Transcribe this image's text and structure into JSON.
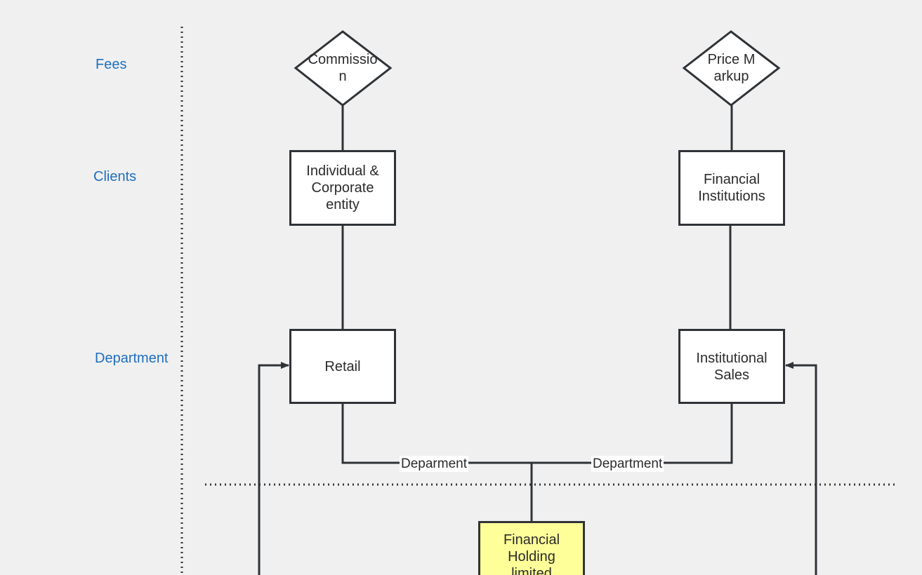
{
  "lanes": {
    "fees": "Fees",
    "clients": "Clients",
    "department": "Department"
  },
  "nodes": {
    "commission": "Commission",
    "price_markup": "Price Markup",
    "individual_corporate": "Individual & Corporate entity",
    "financial_institutions": "Financial Institutions",
    "retail": "Retail",
    "institutional_sales": "Institutional Sales",
    "financial_holding": "Financial Holding limited"
  },
  "edges": {
    "left_branch": "Deparment",
    "right_branch": "Department"
  },
  "colors": {
    "lane_label": "#1e6fc0",
    "stroke": "#2f3337",
    "box_fill": "#ffffff",
    "highlight_fill": "#ffff99",
    "background": "#f0f0f0"
  }
}
